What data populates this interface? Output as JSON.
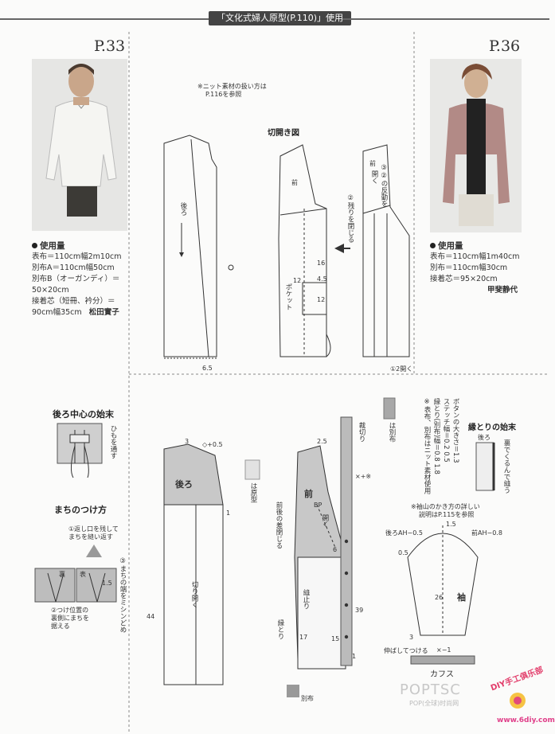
{
  "header": {
    "label": "「文化式婦人原型(P.110)」使用"
  },
  "left_model": {
    "page": "P.33",
    "materials_title": "使用量",
    "lines": [
      "表布＝110cm幅2m10cm",
      "別布A＝110cm幅50cm",
      "別布B（オーガンディ）＝",
      "50×20cm",
      "接着芯（短冊、衿分）＝"
    ],
    "last_line": "90cm幅35cm",
    "designer": "松田實子"
  },
  "right_model": {
    "page": "P.36",
    "materials_title": "使用量",
    "lines": [
      "表布＝110cm幅1m40cm",
      "別布＝110cm幅30cm",
      "接着芯＝95×20cm"
    ],
    "designer": "甲斐静代"
  },
  "top_pattern": {
    "knit_note": [
      "※ニット素材の扱い方は",
      "P.116を参照"
    ],
    "cut_diagram_title": "切開き図",
    "back_label": "後ろ",
    "front_label": "前",
    "pocket_label": "ポケット",
    "front_open_label": "前",
    "open_note": "開く",
    "step3_note": "③②の反動を",
    "step2_note": "②残りを閉じる",
    "step1_note": "①2開く",
    "dims": {
      "d6_5": "6.5",
      "d16": "16",
      "d12a": "12",
      "d4_5": "4.5",
      "d12b": "12"
    }
  },
  "back_center_section": {
    "title": "後ろ中心の始末",
    "note": "ひもを通す"
  },
  "gusset_section": {
    "title": "まちのつけ方",
    "step1": [
      "①返し口を残して",
      "まちを縫い返す"
    ],
    "step2": [
      "②つけ位置の",
      "裏側にまちを",
      "据える"
    ],
    "step3": "③まちの端をミシンどめ",
    "label_back": "裏",
    "label_front": "表",
    "dim": "1.5"
  },
  "bottom_pattern": {
    "back_label": "後ろ",
    "front_label": "前",
    "legend_muslin": "は原型",
    "legend_other": "は別布",
    "facing_label": "裁切り",
    "fold_label": "前後の差閉じる",
    "bp_label": "BP",
    "open_label": "開く",
    "cut_open_label": "切り開く",
    "hem_label": "縫止り",
    "trim_label": "縁とり",
    "other_fabric": "別布",
    "dims": {
      "d3": "3",
      "d1": "1",
      "d05": "◇+0.5",
      "d2_5": "2.5",
      "dx": "×+※",
      "d44": "44",
      "d6": "6",
      "d39": "39",
      "d17": "17",
      "d15": "15",
      "d1b": "1"
    }
  },
  "notes_block": {
    "lines": [
      "ボタンの大きさ＝1.3",
      "ステッチ幅＝0.2 0.5",
      "縁とり(別布)幅＝0.8 1.8",
      "※表布、別布はニット素材使用"
    ]
  },
  "trim_section": {
    "title": "縁とりの始末",
    "back": "後ろ",
    "front": "前",
    "note": "裏でくるんで縫う"
  },
  "sleeve": {
    "note": [
      "※袖山のかき方の詳しい",
      "説明はP.115を参照"
    ],
    "back_ah": "後ろAH−0.5",
    "front_ah": "前AH−0.8",
    "label": "袖",
    "d26": "26",
    "d1_5": "1.5",
    "d0_5": "0.5",
    "d3": "3",
    "dx": "×−1",
    "cuff_note": "伸ばしてつける",
    "cuff_label": "カフス"
  },
  "watermarks": {
    "pop": "POPTSC",
    "pop_sub": "POP(全球)时尚网",
    "diy": "DIY手工俱乐部",
    "url": "www.6diy.com"
  }
}
